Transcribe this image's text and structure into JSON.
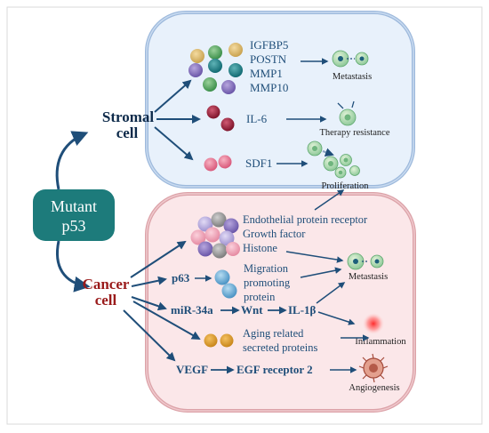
{
  "center": {
    "label_line1": "Mutant",
    "label_line2": "p53"
  },
  "stromal": {
    "title_line1": "Stromal",
    "title_line2": "cell",
    "factors": [
      "IGFBP5",
      "POSTN",
      "MMP1",
      "MMP10"
    ],
    "il6": "IL-6",
    "sdf1": "SDF1"
  },
  "stromal_outcomes": {
    "metastasis": "Metastasis",
    "therapy_resistance": "Therapy resistance",
    "proliferation": "Proliferation"
  },
  "cancer": {
    "title_line1": "Cancer",
    "title_line2": "cell",
    "group1": [
      "Endothelial protein receptor",
      "Growth factor",
      "Histone"
    ],
    "p63": "p63",
    "migration": [
      "Migration",
      "promoting",
      "protein"
    ],
    "mir34a": "miR-34a",
    "wnt": "Wnt",
    "il1b": "IL-1β",
    "aging": [
      "Aging related",
      "secreted proteins"
    ],
    "vegf": "VEGF",
    "egfr2": "EGF receptor 2"
  },
  "cancer_outcomes": {
    "metastasis": "Metastasis",
    "inflammation": "Inflammation",
    "angiogenesis": "Angiogenesis"
  },
  "colors": {
    "navy": "#1f4e79",
    "teal_box": "#1d7b7b",
    "cancer_red": "#9a1b1b",
    "stromal_fill": "#e8f1fb",
    "cancer_fill": "#fbe7e9"
  }
}
